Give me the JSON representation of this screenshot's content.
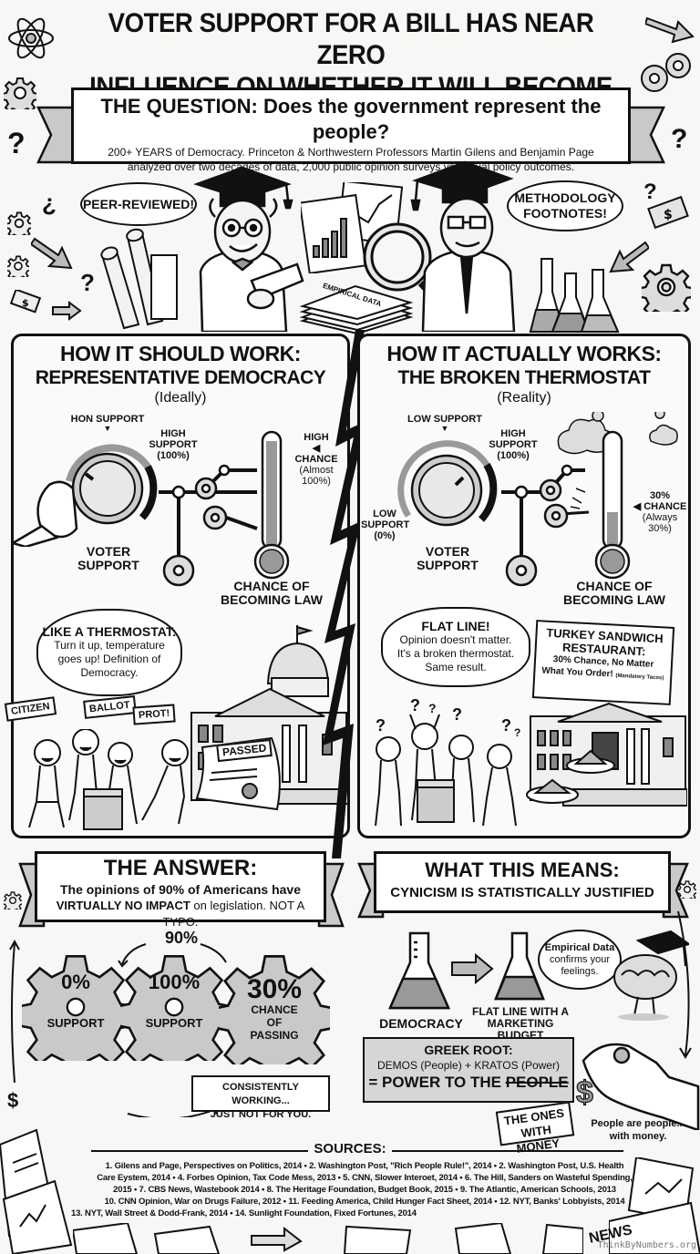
{
  "header": {
    "title_line1": "VOTER SUPPORT FOR A BILL HAS NEAR ZERO",
    "title_line2": "INFLUENCE ON WHETHER IT WILL BECOME LAW"
  },
  "question": {
    "title_prefix": "THE QUESTION:",
    "title_text": "Does the government represent the people?",
    "sub_line1": "200+ YEARS of Democracy. Princeton & Northwestern Professors Martin Gilens and Benjamin Page",
    "sub_line2": "analyzed over two decades of data, 2,000 public opinion surveys vs. actual policy outcomes."
  },
  "professors": {
    "left_bubble": "PEER-REVIEWED!",
    "right_bubble_line1": "METHODOLOGY",
    "right_bubble_line2": "FOOTNOTES!",
    "data_stack_label": "EMPIRICAL DATA"
  },
  "ideal_panel": {
    "heading1": "HOW IT SHOULD WORK:",
    "heading2": "REPRESENTATIVE DEMOCRACY",
    "heading3": "(Ideally)",
    "dial_top_label": "HON SUPPORT",
    "dial_high_label": [
      "HIGH",
      "SUPPORT",
      "(100%)"
    ],
    "dial_caption": [
      "VOTER",
      "SUPPORT"
    ],
    "thermo_label": [
      "HIGH",
      "CHANCE",
      "(Almost",
      "100%)"
    ],
    "thermo_caption": [
      "CHANCE OF",
      "BECOMING LAW"
    ],
    "thermo_fill_pct": 92,
    "bubble_title": "LIKE A THERMOSTAT:",
    "bubble_body": [
      "Turn it up, temperature",
      "goes up! Definition of",
      "Democracy."
    ],
    "signs": [
      "CITIZEN",
      "BALLOT",
      "PROT!"
    ],
    "stamp": "PASSED"
  },
  "actual_panel": {
    "heading1": "HOW IT ACTUALLY WORKS:",
    "heading2": "THE BROKEN THERMOSTAT",
    "heading3": "(Reality)",
    "dial_top_label": "LOW SUPPORT",
    "dial_high_label": [
      "HIGH",
      "SUPPORT",
      "(100%)"
    ],
    "dial_low_label": [
      "LOW",
      "SUPPORT",
      "(0%)"
    ],
    "dial_caption": [
      "VOTER",
      "SUPPORT"
    ],
    "thermo_label": [
      "30%",
      "CHANCE",
      "(Always",
      "30%)"
    ],
    "thermo_caption": [
      "CHANCE OF",
      "BECOMING LAW"
    ],
    "thermo_fill_pct": 30,
    "bubble_title": "FLAT LINE!",
    "bubble_body": [
      "Opinion doesn't matter.",
      "It's a broken thermostat.",
      "Same result."
    ],
    "sign_title": [
      "TURKEY SANDWICH",
      "RESTAURANT:"
    ],
    "sign_body": [
      "30% Chance, No Matter",
      "What You Order!"
    ],
    "sign_small": "(Mandatory Tacos)"
  },
  "answer": {
    "title": "THE ANSWER:",
    "line1": "The opinions of 90% of Americans have",
    "line2_bold": "VIRTUALLY NO IMPACT",
    "line2_rest": "on legislation. NOT A TYPO.",
    "cycle_label": "90%",
    "gears": [
      {
        "value": "0%",
        "label": "SUPPORT"
      },
      {
        "value": "100%",
        "label": "SUPPORT"
      },
      {
        "value": "30%",
        "label": "CHANCE OF PASSING"
      }
    ],
    "callout": [
      "CONSISTENTLY WORKING...",
      "JUST NOT FOR YOU."
    ]
  },
  "meaning": {
    "title": "WHAT THIS MEANS:",
    "subtitle": "CYNICISM IS STATISTICALLY JUSTIFIED",
    "flask1_label": "DEMOCRACY",
    "flask2_label": [
      "FLAT LINE WITH A",
      "MARKETING BUDGET"
    ],
    "brain_bubble": [
      "Empirical Data",
      "confirms your",
      "feelings."
    ],
    "greek_title": "GREEK ROOT:",
    "greek_formula": "DEMOS (People) + KRATOS (Power)",
    "greek_result_prefix": "= POWER TO THE ",
    "greek_result_struck": "PEOPLE",
    "correction": [
      "THE ONES",
      "WITH MONEY"
    ],
    "hand_caption": [
      "People are people...",
      "with money."
    ]
  },
  "sources": {
    "title": "SOURCES:",
    "lines": [
      "1. Gilens and Page, Perspectives on Politics, 2014 • 2. Washington Post, \"Rich People Rule!\", 2014 • 2. Washington Post, U.S. Health",
      "Care Eystem, 2014 • 4. Forbes Opinion, Tax Code Mess, 2013 • 5. CNN, Slower Interoet, 2014 • 6. The Hill, Sanders on Wasteful Spending,",
      "2015 • 7. CBS News, Wastebook 2014 • 8. The Heritage Foundation, Budget Book, 2015 • 9. The Atlantic, American Schools, 2013",
      "10. CNN Opinion, War on Drugs Failure, 2012 • 11. Feeding America, Child Hunger Fact Sheet, 2014 • 12. NYT, Banks' Lobbyists, 2014",
      "13. NYT, Wall Street & Dodd-Frank, 2014 • 14. Sunlight Foundation, Fixed Fortunes, 2014"
    ],
    "newspaper_label": "NEWS"
  },
  "watermark": "ThinkByNumbers.org",
  "colors": {
    "ink": "#111111",
    "paper": "#f7f7f5",
    "gray_fill": "#c9c9c9",
    "light_gray": "#dcdcdc"
  }
}
